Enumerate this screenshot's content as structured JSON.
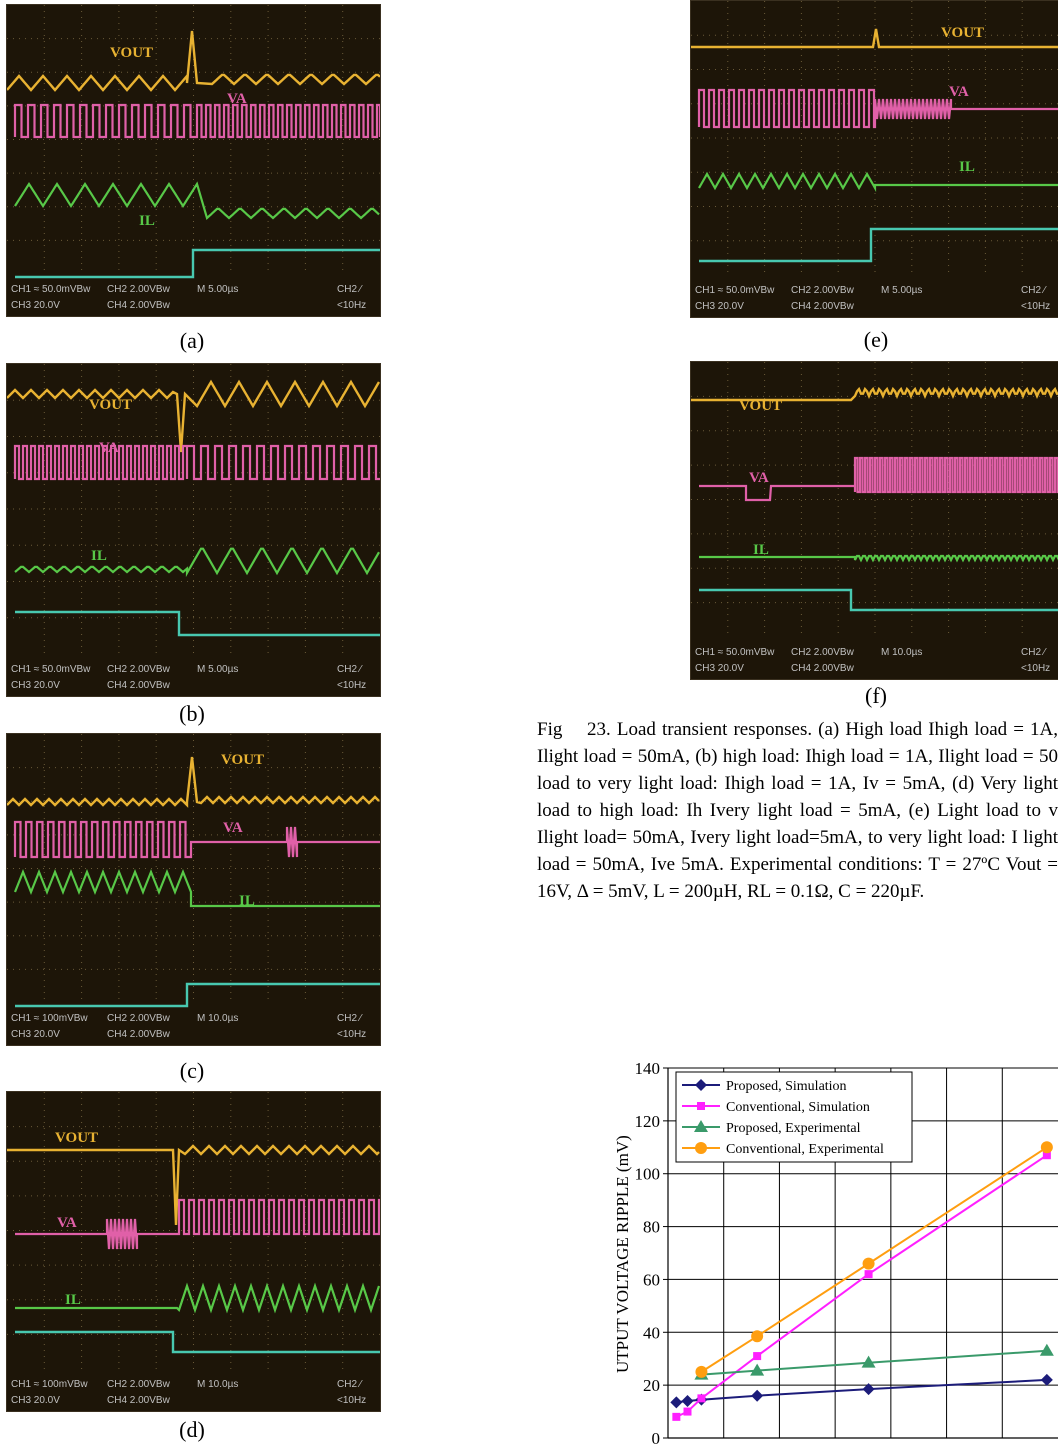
{
  "panels": [
    {
      "id": "a",
      "label": "(a)",
      "settings_row1": [
        "CH1 ≈ 50.0mVBw",
        "CH2 2.00VBw",
        "M 5.00µs",
        "CH2 ⁄"
      ],
      "settings_row2": [
        "CH3 20.0V",
        "CH4 2.00VBw",
        "",
        "<10Hz"
      ],
      "labels": {
        "vout": "VOUT",
        "va": "VA",
        "il": "IL"
      }
    },
    {
      "id": "b",
      "label": "(b)",
      "settings_row1": [
        "CH1 ≈ 50.0mVBw",
        "CH2 2.00VBw",
        "M 5.00µs",
        "CH2 ⁄"
      ],
      "settings_row2": [
        "CH3 20.0V",
        "CH4 2.00VBw",
        "",
        "<10Hz"
      ],
      "labels": {
        "vout": "VOUT",
        "va": "VA",
        "il": "IL"
      }
    },
    {
      "id": "c",
      "label": "(c)",
      "settings_row1": [
        "CH1 ≈ 100mVBw",
        "CH2 2.00VBw",
        "M 10.0µs",
        "CH2 ⁄"
      ],
      "settings_row2": [
        "CH3 20.0V",
        "CH4 2.00VBw",
        "",
        "<10Hz"
      ],
      "labels": {
        "vout": "VOUT",
        "va": "VA",
        "il": "IL"
      }
    },
    {
      "id": "d",
      "label": "(d)",
      "settings_row1": [
        "CH1 ≈ 100mVBw",
        "CH2 2.00VBw",
        "M 10.0µs",
        "CH2 ⁄"
      ],
      "settings_row2": [
        "CH3 20.0V",
        "CH4 2.00VBw",
        "",
        "<10Hz"
      ],
      "labels": {
        "vout": "VOUT",
        "va": "VA",
        "il": "IL"
      }
    },
    {
      "id": "e",
      "label": "(e)",
      "settings_row1": [
        "CH1 ≈ 50.0mVBw",
        "CH2 2.00VBw",
        "M 5.00µs",
        "CH2 ⁄"
      ],
      "settings_row2": [
        "CH3 20.0V",
        "CH4 2.00VBw",
        "",
        "<10Hz"
      ],
      "labels": {
        "vout": "VOUT",
        "va": "VA",
        "il": "IL"
      }
    },
    {
      "id": "f",
      "label": "(f)",
      "settings_row1": [
        "CH1 ≈ 50.0mVBw",
        "CH2 2.00VBw",
        "M 10.0µs",
        "CH2 ⁄"
      ],
      "settings_row2": [
        "CH3 20.0V",
        "CH4 2.00VBw",
        "",
        "<10Hz"
      ],
      "labels": {
        "vout": "VOUT",
        "va": "VA",
        "il": "IL"
      }
    }
  ],
  "caption": {
    "fig": "Fig",
    "text": "23. Load transient responses. (a) High load Ihigh load = 1A,  Ilight load = 50mA, (b) high load: Ihigh load = 1A, Ilight load = 50 load to very light load: Ihigh load = 1A, Iv = 5mA, (d) Very light load to high load: Ih Ivery light load = 5mA, (e) Light load to v Ilight load= 50mA, Ivery light load=5mA, to very light load: I light load = 50mA, Ive 5mA. Experimental conditions: T = 27ºC Vout = 16V, Δ = 5mV, L = 200µH, RL = 0.1Ω, C = 220µF."
  },
  "colors": {
    "vout": "#e8b232",
    "va": "#e060a8",
    "il": "#58c848",
    "ch4": "#48c8b0",
    "scope_bg": "#1d1508",
    "grid": "#6a5a38"
  },
  "chart_data": {
    "type": "line",
    "ylabel": "UTPUT VOLTAGE RIPPLE (mV)",
    "ylim": [
      0,
      140
    ],
    "yticks": [
      0,
      20,
      40,
      60,
      80,
      100,
      120,
      140
    ],
    "xlim": [
      0,
      7
    ],
    "series": [
      {
        "name": "Proposed, Simulation",
        "marker": "diamond",
        "color": "#1c1c7a",
        "x": [
          0.15,
          0.35,
          0.6,
          1.6,
          3.6,
          6.8
        ],
        "y": [
          13.5,
          14,
          14.5,
          16,
          18.5,
          22
        ]
      },
      {
        "name": "Conventional, Simulation",
        "marker": "square",
        "color": "#ff20ff",
        "x": [
          0.15,
          0.35,
          0.6,
          1.6,
          3.6,
          6.8
        ],
        "y": [
          8,
          10,
          15,
          31,
          62,
          107
        ]
      },
      {
        "name": "Proposed, Experimental",
        "marker": "triangle",
        "color": "#3a9a6a",
        "x": [
          0.6,
          1.6,
          3.6,
          6.8
        ],
        "y": [
          24,
          25.5,
          28.5,
          33
        ]
      },
      {
        "name": "Conventional, Experimental",
        "marker": "circle",
        "color": "#ff9e10",
        "x": [
          0.6,
          1.6,
          3.6,
          6.8
        ],
        "y": [
          25,
          38.5,
          66,
          110
        ]
      }
    ]
  }
}
